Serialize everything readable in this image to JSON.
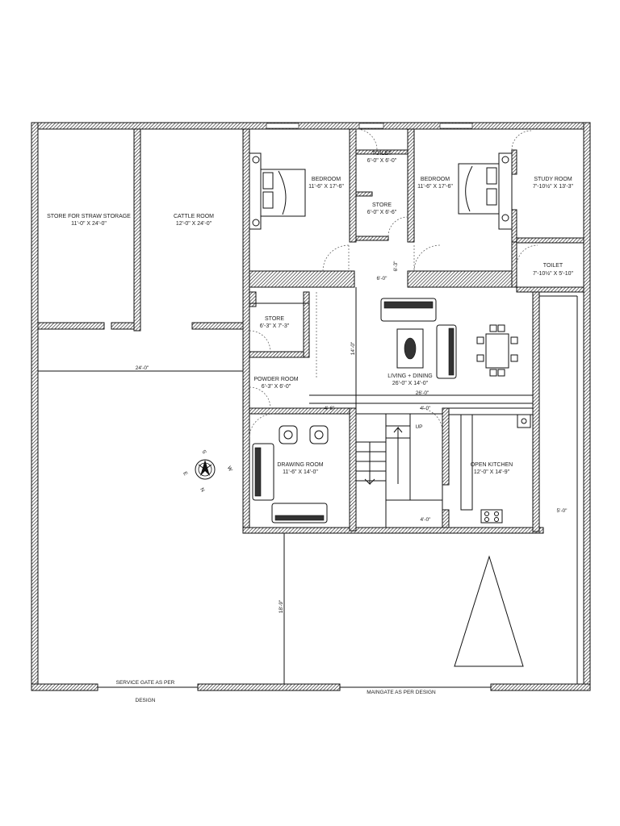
{
  "rooms": {
    "straw_store": {
      "name": "STORE FOR STRAW STORAGE",
      "size": "11'-0\" X 24'-0\""
    },
    "cattle": {
      "name": "CATTLE ROOM",
      "size": "12'-0\" X 24'-0\""
    },
    "bedroom1": {
      "name": "BEDROOM",
      "size": "11'-6\" X 17'-6\""
    },
    "toilet1": {
      "name": "TOILET",
      "size": "6'-0\" X 6'-0\""
    },
    "store1": {
      "name": "STORE",
      "size": "6'-0\" X 6'-6\""
    },
    "bedroom2": {
      "name": "BEDROOM",
      "size": "11'-6\" X 17'-6\""
    },
    "study": {
      "name": "STUDY ROOM",
      "size": "7'-10½\" X 13'-3\""
    },
    "toilet2": {
      "name": "TOILET",
      "size": "7'-10½\" X 5'-10\""
    },
    "store2": {
      "name": "STORE",
      "size": "6'-3\" X 7'-3\""
    },
    "powder": {
      "name": "POWDER ROOM",
      "size": "6'-3\" X 6'-0\""
    },
    "living": {
      "name": "LIVING + DINING",
      "size": "26'-0\" X 14'-0\""
    },
    "drawing": {
      "name": "DRAWING ROOM",
      "size": "11'-6\" X 14'-0\""
    },
    "kitchen": {
      "name": "OPEN KITCHEN",
      "size": "12'-0\" X 14'-9\""
    }
  },
  "dimensions": {
    "yard_width": "24'-0\"",
    "passage_width": "6'-0\"",
    "passage_depth": "6'-3\"",
    "living_height": "14'-0\"",
    "living_width": "26'-0\"",
    "lobby_width": "4'-6\"",
    "stair_top": "4'-0\"",
    "stair_bottom": "4'-0\"",
    "side_passage": "5'-0\"",
    "front_yard_depth": "18'-9\""
  },
  "stair_label": "UP",
  "gates": {
    "service_line1": "SERVICE GATE AS PER",
    "service_line2": "DESIGN",
    "main": "MAINGATE AS PER DESIGN"
  },
  "compass": {
    "s": "S",
    "w": "W",
    "e": "E",
    "n": "N"
  },
  "colors": {
    "line": "#111111",
    "background": "#ffffff"
  }
}
